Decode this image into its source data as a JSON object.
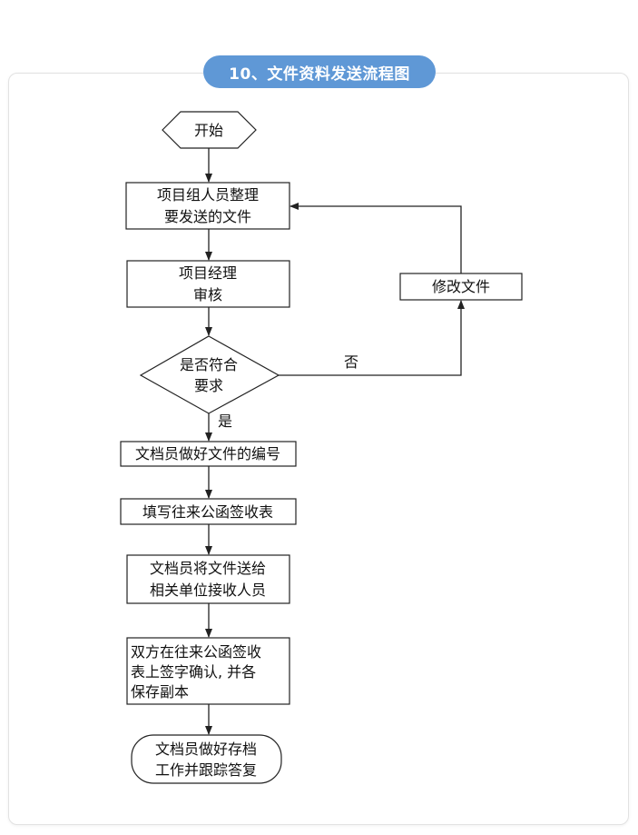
{
  "title": "10、文件资料发送流程图",
  "nodes": {
    "start": "开始",
    "prepare": [
      "项目组人员整理",
      "要发送的文件"
    ],
    "review": [
      "项目经理",
      "审核"
    ],
    "decision": [
      "是否符合",
      "要求"
    ],
    "numbering": "文档员做好文件的编号",
    "fill_form": "填写往来公函签收表",
    "deliver": [
      "文档员将文件送给",
      "相关单位接收人员"
    ],
    "sign": [
      "双方在往来公函签收",
      "表上签字确认, 并各",
      "保存副本"
    ],
    "archive": [
      "文档员做好存档",
      "工作并跟踪答复"
    ],
    "modify": "修改文件"
  },
  "edges": {
    "no_label": "否",
    "yes_label": "是"
  }
}
